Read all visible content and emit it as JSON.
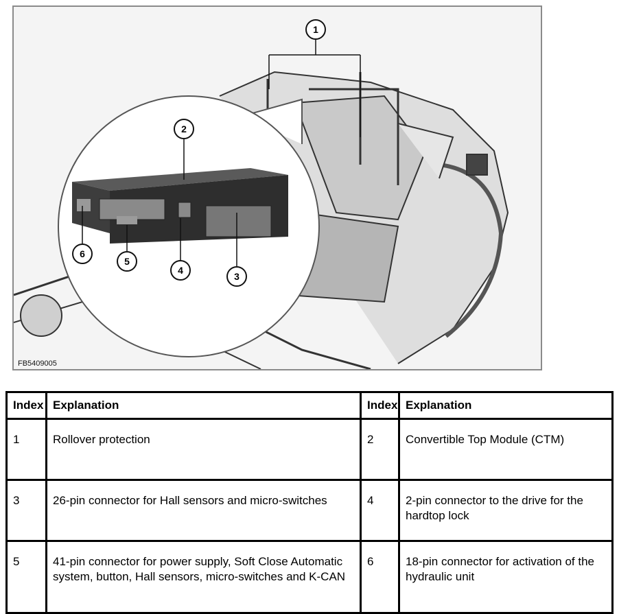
{
  "figure": {
    "image_code": "FB5409005",
    "callouts": [
      "1",
      "2",
      "3",
      "4",
      "5",
      "6"
    ]
  },
  "legend": {
    "headers": [
      "Index",
      "Explanation",
      "Index",
      "Explanation"
    ],
    "rows": [
      {
        "index_a": "1",
        "text_a": "Rollover protection",
        "index_b": "2",
        "text_b": "Convertible Top Module (CTM)"
      },
      {
        "index_a": "3",
        "text_a": "26-pin connector for Hall sensors and micro-switches",
        "index_b": "4",
        "text_b": "2-pin connector to the drive for the hardtop lock"
      },
      {
        "index_a": "5",
        "text_a": "41-pin connector for power supply, Soft Close Automatic system, button, Hall sensors, micro-switches and K-CAN",
        "index_b": "6",
        "text_b": "18-pin connector for activation of the hydraulic unit"
      }
    ]
  }
}
